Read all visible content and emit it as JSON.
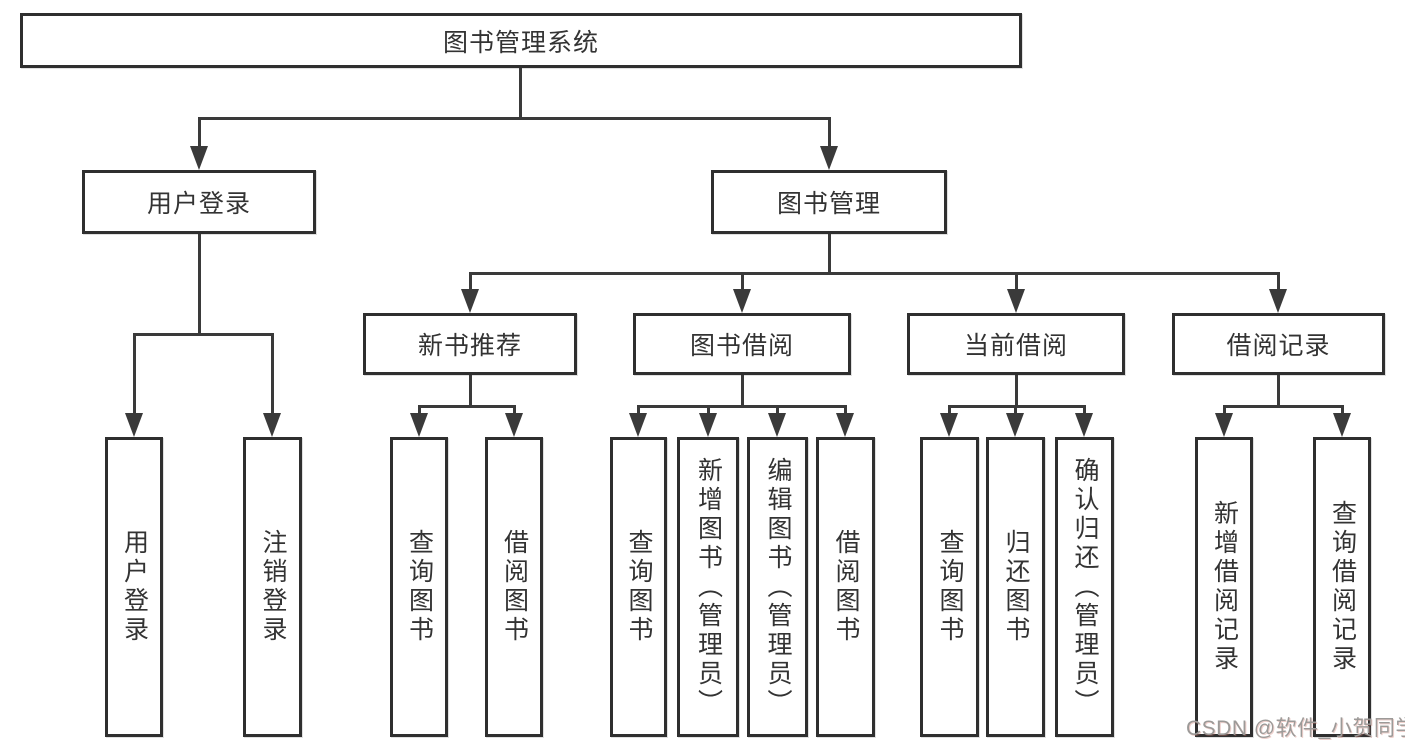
{
  "tree": {
    "root": {
      "label": "图书管理系统"
    },
    "user_login": {
      "label": "用户登录",
      "children": [
        {
          "label": "用户登录"
        },
        {
          "label": "注销登录"
        }
      ]
    },
    "book_management": {
      "label": "图书管理",
      "sections": [
        {
          "label": "新书推荐",
          "children": [
            {
              "label": "查询图书"
            },
            {
              "label": "借阅图书"
            }
          ]
        },
        {
          "label": "图书借阅",
          "children": [
            {
              "label": "查询图书"
            },
            {
              "label": "新增图书（管理员）"
            },
            {
              "label": "编辑图书（管理员）"
            },
            {
              "label": "借阅图书"
            }
          ]
        },
        {
          "label": "当前借阅",
          "children": [
            {
              "label": "查询图书"
            },
            {
              "label": "归还图书"
            },
            {
              "label": "确认归还（管理员）"
            }
          ]
        },
        {
          "label": "借阅记录",
          "children": [
            {
              "label": "新增借阅记录"
            },
            {
              "label": "查询借阅记录"
            }
          ]
        }
      ]
    }
  },
  "watermark": {
    "text": "CSDN @软件_小贺同学"
  },
  "colors": {
    "line": "#3a3a3a",
    "box_border": "#2f2f2f",
    "text": "#333333",
    "background": "#ffffff",
    "watermark_color": "#9c9a98"
  }
}
